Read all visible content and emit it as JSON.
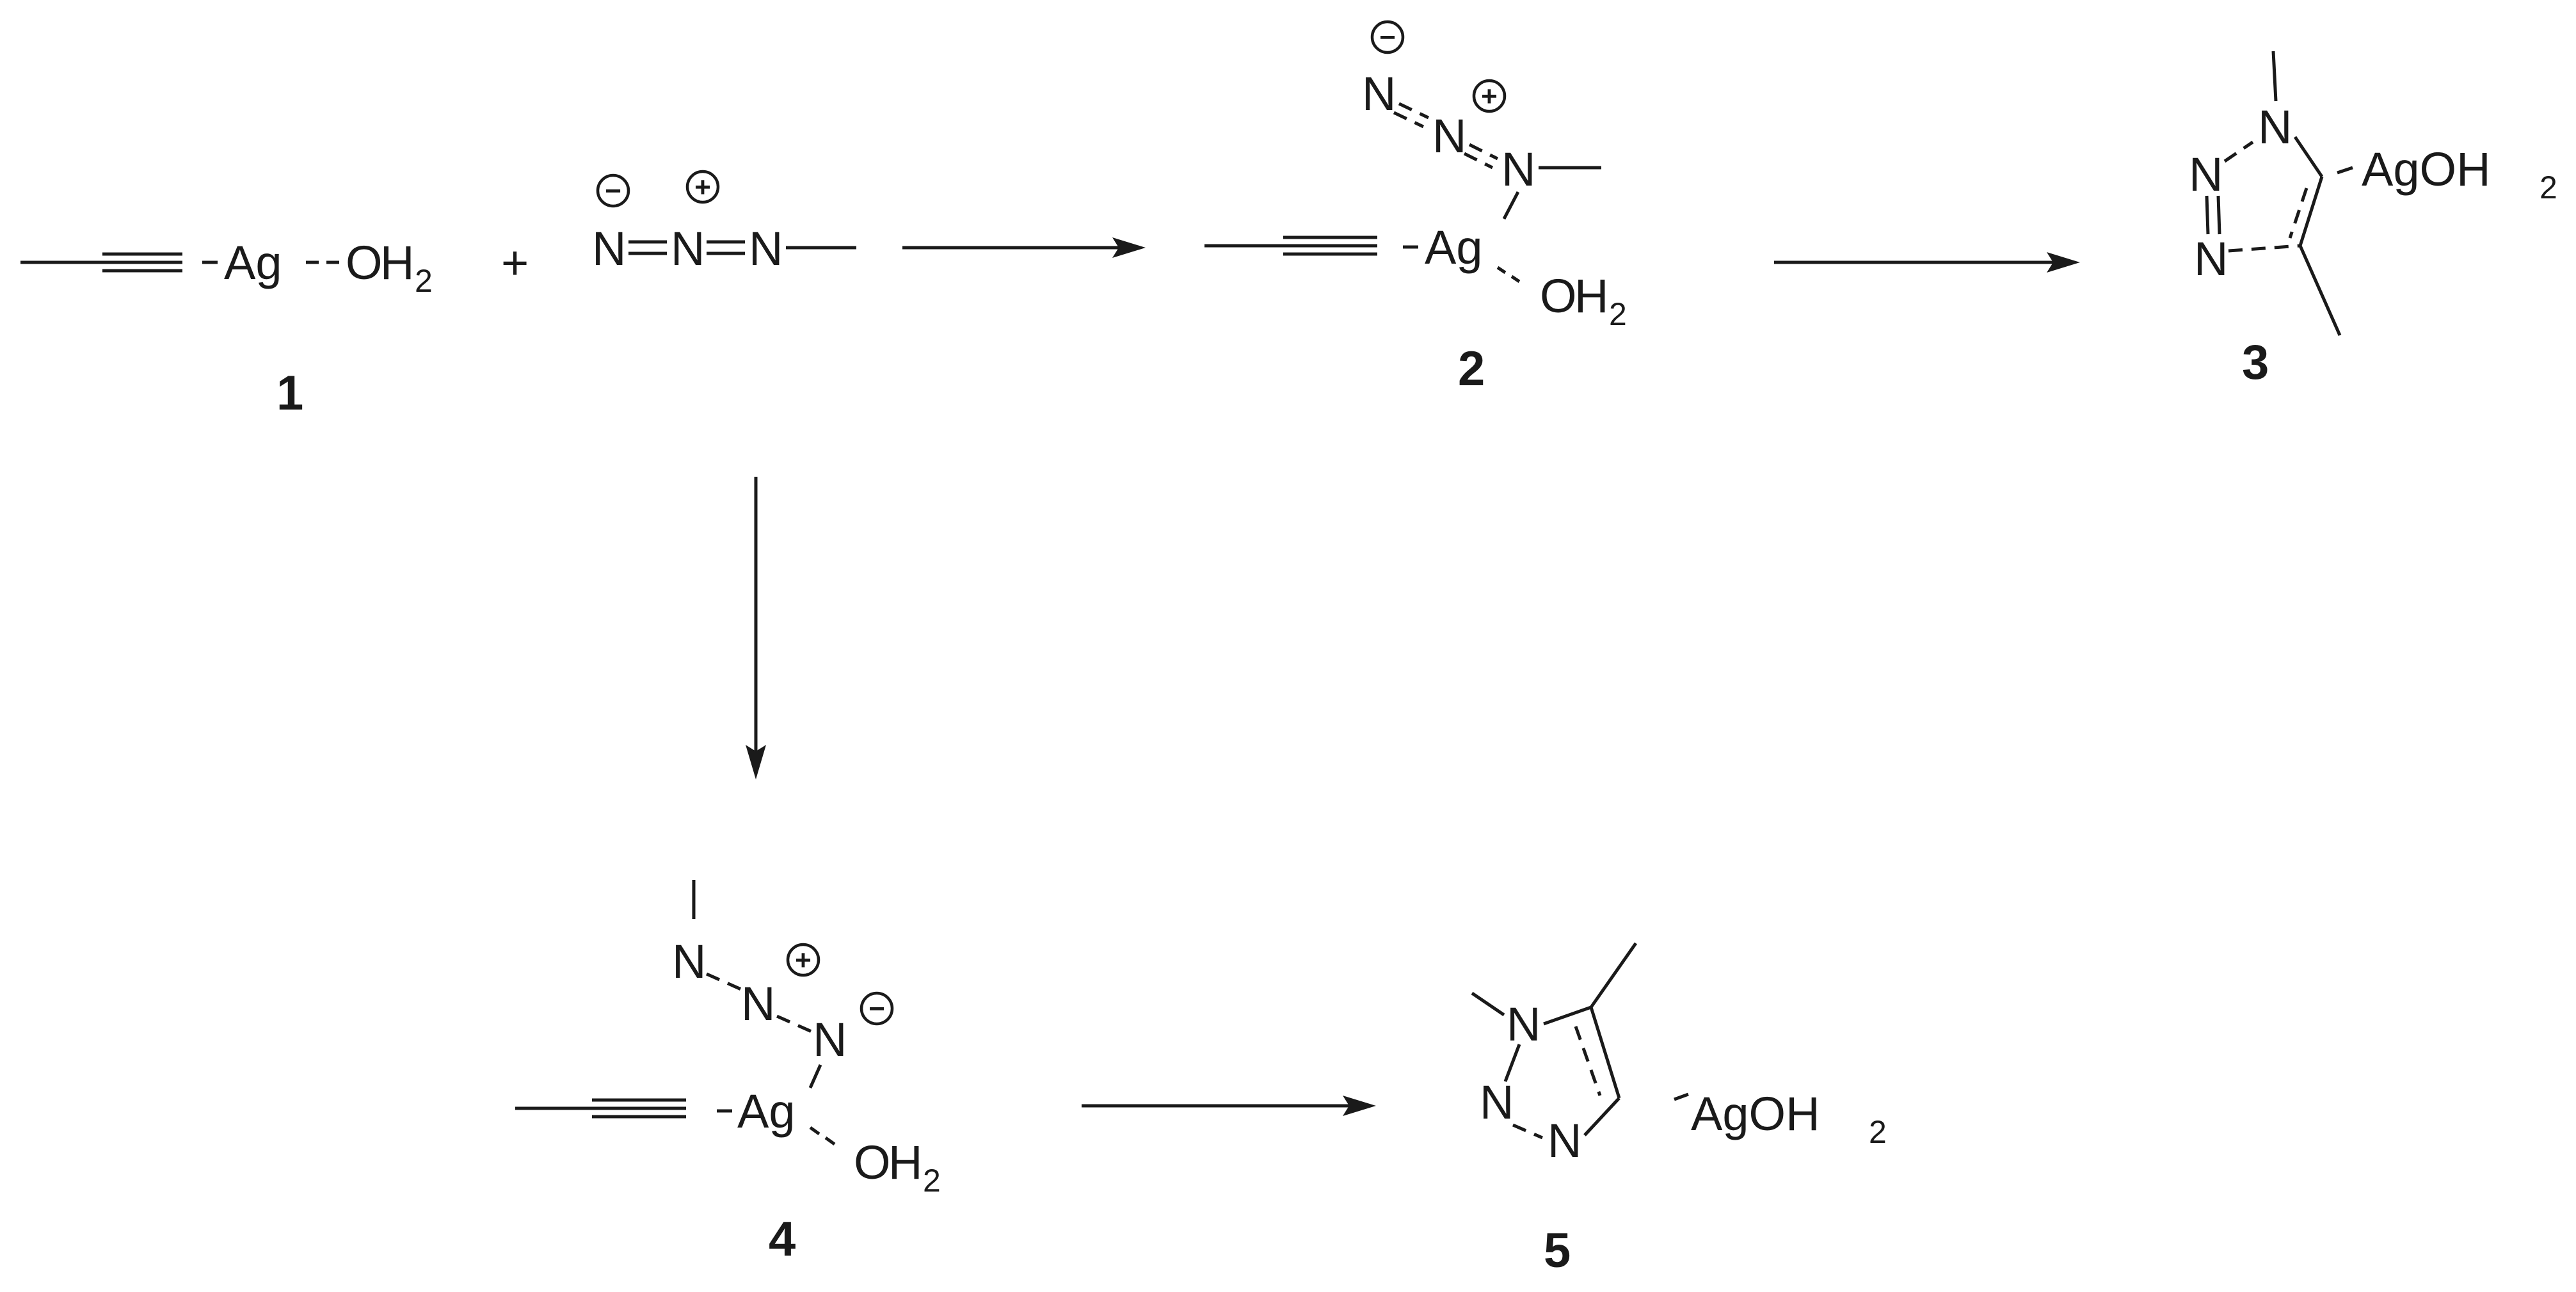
{
  "atoms": {
    "ag": "Ag",
    "o": "O",
    "h": "H",
    "h_sub": "2",
    "n": "N",
    "agoh": "AgOH",
    "plus": "+"
  },
  "charges": {
    "minus": "−",
    "plus": "+"
  },
  "compounds": [
    {
      "label": "1"
    },
    {
      "label": "2"
    },
    {
      "label": "3"
    },
    {
      "label": "4"
    },
    {
      "label": "5"
    }
  ],
  "colors": {
    "ink": "#1a1a1a",
    "background": "#ffffff"
  }
}
